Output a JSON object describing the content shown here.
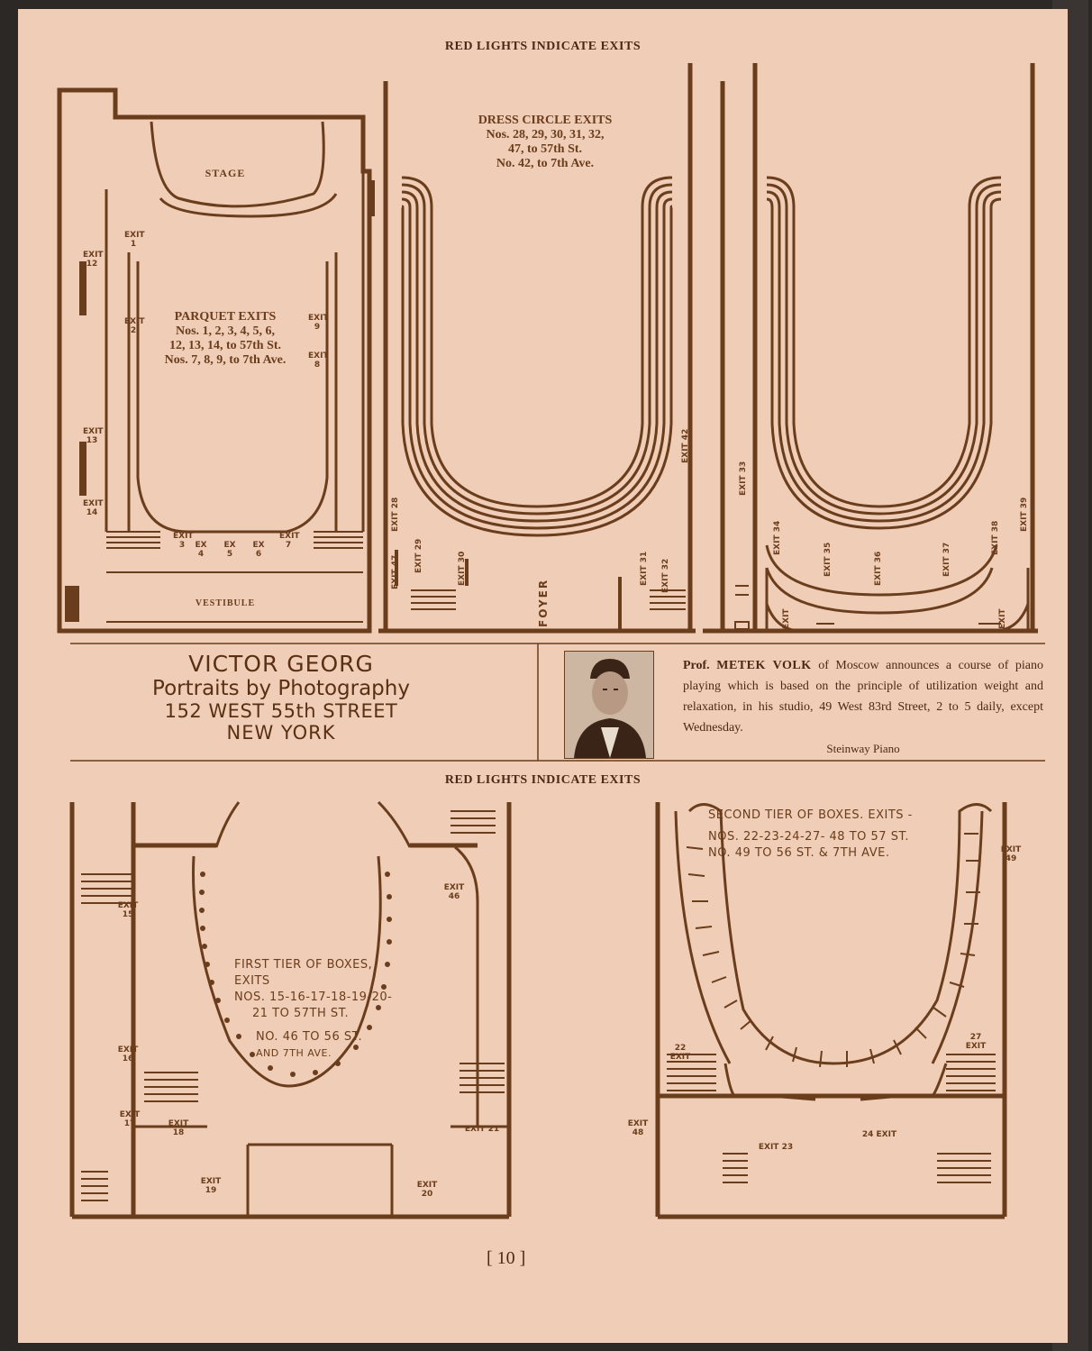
{
  "headers": {
    "top": "RED LIGHTS INDICATE EXITS",
    "bottom": "RED LIGHTS INDICATE EXITS"
  },
  "parquet": {
    "stage": "STAGE",
    "vestibule": "VESTIBULE",
    "title": "PARQUET EXITS",
    "line1": "Nos. 1, 2, 3, 4, 5, 6,",
    "line2": "12, 13, 14, to 57th St.",
    "line3": "Nos. 7, 8, 9, to 7th Ave.",
    "exits": [
      "EXIT 1",
      "EXIT 2",
      "EXIT 12",
      "EXIT 13",
      "EXIT 14",
      "EXIT 3",
      "EX 4",
      "EX 5",
      "EX 6",
      "EXIT 7",
      "EXIT 8",
      "EXIT 9"
    ]
  },
  "dress_circle": {
    "title": "DRESS CIRCLE EXITS",
    "line1": "Nos. 28, 29, 30, 31, 32,",
    "line2": "47, to 57th St.",
    "line3": "No. 42, to 7th Ave.",
    "foyer": "FOYER",
    "exits": [
      "EXIT 28",
      "EXIT 47",
      "EXIT 29",
      "EXIT 30",
      "EXIT 31",
      "EXIT 32",
      "EXIT 42"
    ]
  },
  "balcony": {
    "exits": [
      "EXIT 33",
      "EXIT 34",
      "EXIT 35",
      "EXIT 36",
      "EXIT 37",
      "EXIT 38",
      "EXIT 39",
      "EXIT",
      "EXIT"
    ]
  },
  "ads": {
    "georg": {
      "name": "VICTOR GEORG",
      "service": "Portraits by Photography",
      "address": "152 WEST 55th STREET",
      "city": "NEW YORK"
    },
    "volk": {
      "prefix": "Prof.",
      "name": "METEK VOLK",
      "text": "of Moscow announces a course of piano playing which is based on the principle of utilization weight and relaxation, in his studio, 49 West 83rd Street, 2 to 5 daily, except Wednesday.",
      "piano": "Steinway Piano"
    }
  },
  "first_tier": {
    "title": "FIRST TIER OF BOXES, EXITS",
    "line1": "NOS. 15-16-17-18-19-20-",
    "line2": "21 TO 57TH ST.",
    "line3": "NO. 46 TO 56 ST.",
    "line4": "AND 7TH AVE.",
    "exits": [
      "EXIT 15",
      "EXIT 16",
      "EXIT 17",
      "EXIT 18",
      "EXIT 19",
      "EXIT 20",
      "EXIT 21",
      "EXIT 46"
    ]
  },
  "second_tier": {
    "title": "SECOND TIER OF BOXES. EXITS -",
    "line1": "NOS. 22-23-24-27- 48 TO 57 ST.",
    "line2": "NO. 49 TO 56 ST. & 7TH AVE.",
    "exits": [
      "EXIT 49",
      "22 EXIT",
      "27 EXIT",
      "EXIT 48",
      "EXIT 23",
      "24 EXIT"
    ]
  },
  "folio": "[ 10 ]"
}
